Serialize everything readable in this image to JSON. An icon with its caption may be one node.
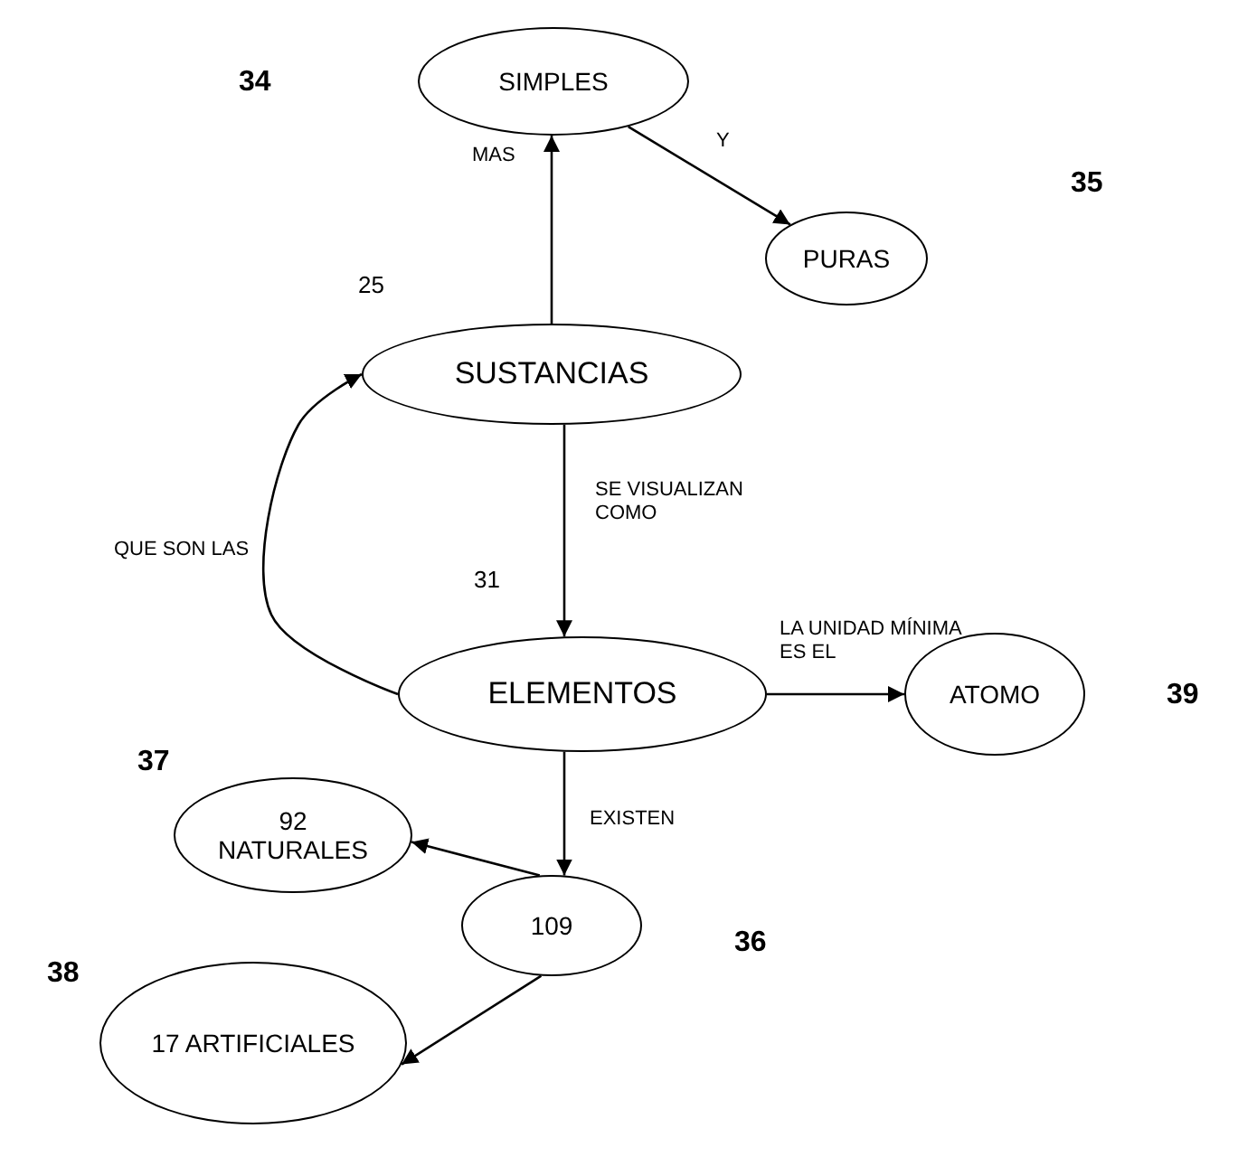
{
  "diagram": {
    "nodes": [
      {
        "text": [
          "SIMPLES"
        ]
      },
      {
        "text": [
          "PURAS"
        ]
      },
      {
        "text": [
          "SUSTANCIAS"
        ]
      },
      {
        "text": [
          "ELEMENTOS"
        ]
      },
      {
        "text": [
          "ATOMO"
        ]
      },
      {
        "text": [
          "92 NATURALES"
        ]
      },
      {
        "text": [
          "109"
        ]
      },
      {
        "text": [
          "17 ARTIFICIALES"
        ]
      }
    ],
    "edges": [
      {
        "from": 2,
        "to": 0,
        "arrow": "to",
        "label": "MAS"
      },
      {
        "from": 0,
        "to": 1,
        "arrow": "to",
        "label": "Y"
      },
      {
        "from": 2,
        "to": 3,
        "arrow": "to",
        "label": "SE VISUALIZAN COMO"
      },
      {
        "from": 3,
        "to": 2,
        "arrow": "to",
        "label": "QUE SON LAS"
      },
      {
        "from": 3,
        "to": 4,
        "arrow": "to",
        "label": "LA UNIDAD MÍNIMA ES EL"
      },
      {
        "from": 3,
        "to": 6,
        "arrow": "to",
        "label": "EXISTEN"
      },
      {
        "from": 6,
        "to": 5,
        "arrow": "to"
      },
      {
        "from": 6,
        "to": 7,
        "arrow": "to"
      }
    ],
    "labels": [
      "34",
      "35",
      "25",
      "31",
      "39",
      "37",
      "36",
      "38"
    ]
  }
}
